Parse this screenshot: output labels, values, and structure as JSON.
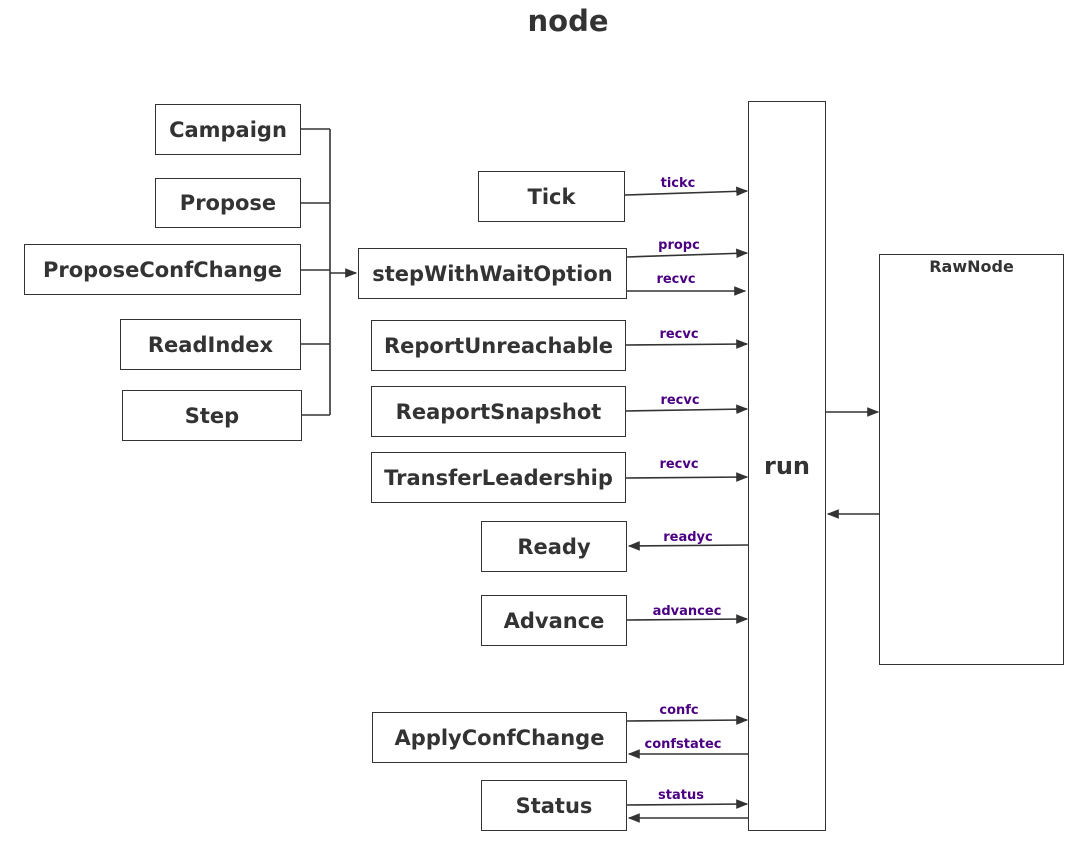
{
  "title": "node",
  "api_methods": [
    "Campaign",
    "Propose",
    "ProposeConfChange",
    "ReadIndex",
    "Step"
  ],
  "entry": "stepWithWaitOption",
  "node_methods": {
    "tick": "Tick",
    "report_unreachable": "ReportUnreachable",
    "report_snapshot": "ReaportSnapshot",
    "transfer_leadership": "TransferLeadership",
    "ready": "Ready",
    "advance": "Advance",
    "apply_conf_change": "ApplyConfChange",
    "status": "Status"
  },
  "run_loop": "run",
  "raw_node": "RawNode",
  "channels": {
    "tickc": "tickc",
    "propc": "propc",
    "recvc_step": "recvc",
    "recvc_unreachable": "recvc",
    "recvc_snapshot": "recvc",
    "recvc_transfer": "recvc",
    "readyc": "readyc",
    "advancec": "advancec",
    "confc": "confc",
    "confstatec": "confstatec",
    "status": "status"
  },
  "colors": {
    "stroke": "#333333",
    "channel_label": "#4b0082"
  }
}
